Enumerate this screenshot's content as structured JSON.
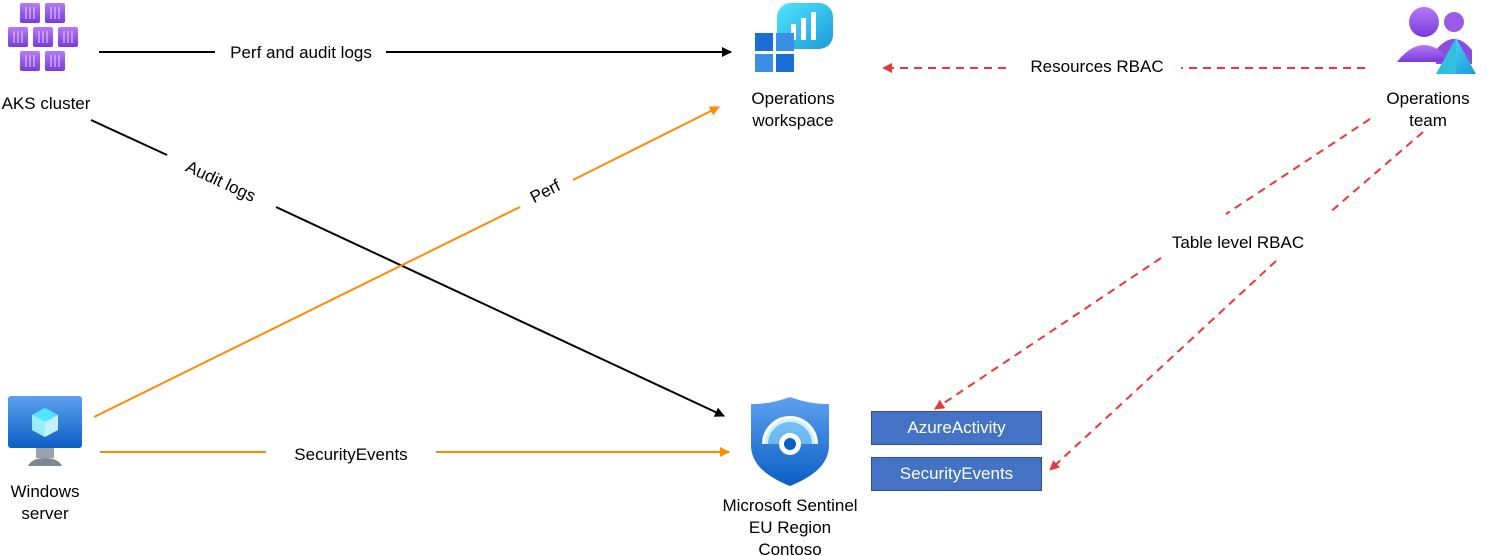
{
  "nodes": {
    "aks": {
      "label": "AKS cluster"
    },
    "workspace": {
      "label_line1": "Operations",
      "label_line2": "workspace"
    },
    "team": {
      "label_line1": "Operations",
      "label_line2": "team"
    },
    "windows": {
      "label_line1": "Windows",
      "label_line2": "server"
    },
    "sentinel": {
      "label_line1": "Microsoft Sentinel",
      "label_line2": "EU Region",
      "label_line3": "Contoso"
    }
  },
  "edges": {
    "perf_audit": "Perf and audit logs",
    "audit": "Audit logs",
    "perf": "Perf",
    "security_events": "SecurityEvents",
    "resources_rbac": "Resources RBAC",
    "table_rbac": "Table level RBAC"
  },
  "tables": [
    "AzureActivity",
    "SecurityEvents"
  ],
  "colors": {
    "black_flow": "#000000",
    "orange_flow": "#ff8c00",
    "rbac_flow": "#e8383a",
    "table_fill": "#4472c4"
  }
}
